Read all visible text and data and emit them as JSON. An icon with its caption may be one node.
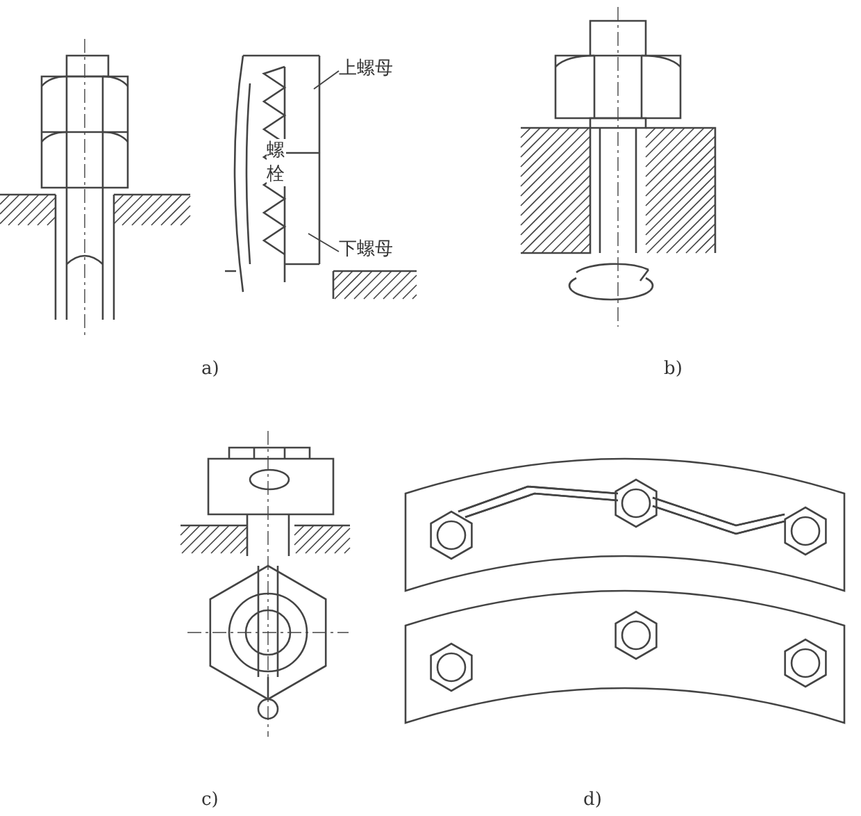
{
  "diagram": {
    "nodes": [
      {
        "text": [
          "上螺母"
        ]
      },
      {
        "text": [
          "下螺母"
        ]
      }
    ],
    "edges": [
      {
        "from": 0,
        "to": null,
        "arrow": "none"
      },
      {
        "from": 1,
        "to": null,
        "arrow": "none"
      }
    ],
    "labels": [
      "螺栓",
      "a)",
      "b)",
      "c)",
      "d)"
    ]
  }
}
